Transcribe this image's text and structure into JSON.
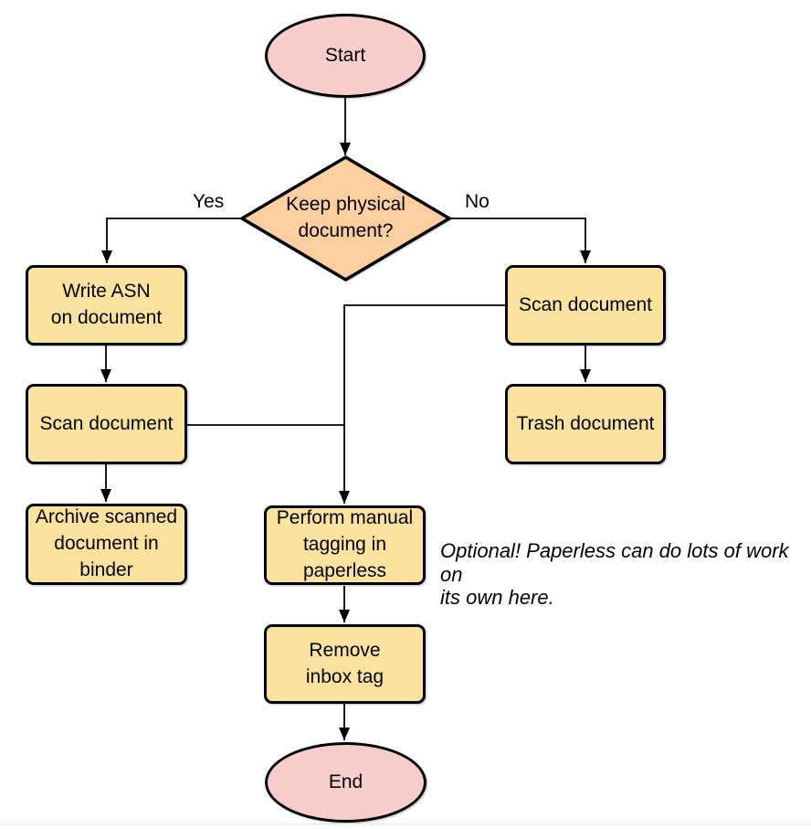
{
  "diagram": {
    "nodes": {
      "start": "Start",
      "decision": "Keep physical\ndocument?",
      "write_asn": "Write ASN\non document",
      "scan_left": "Scan document",
      "archive": "Archive scanned\ndocument in\nbinder",
      "scan_right": "Scan document",
      "trash": "Trash document",
      "tagging": "Perform manual\ntagging in\npaperless",
      "remove_inbox": "Remove\ninbox tag",
      "end": "End"
    },
    "edge_labels": {
      "yes": "Yes",
      "no": "No"
    },
    "note": "Optional! Paperless can do lots of work on\nits own here.",
    "colors": {
      "terminator_fill": "#F8CECC",
      "decision_fill": "#FDCE9E",
      "process_fill": "#FBE39E",
      "stroke": "#000000"
    }
  }
}
